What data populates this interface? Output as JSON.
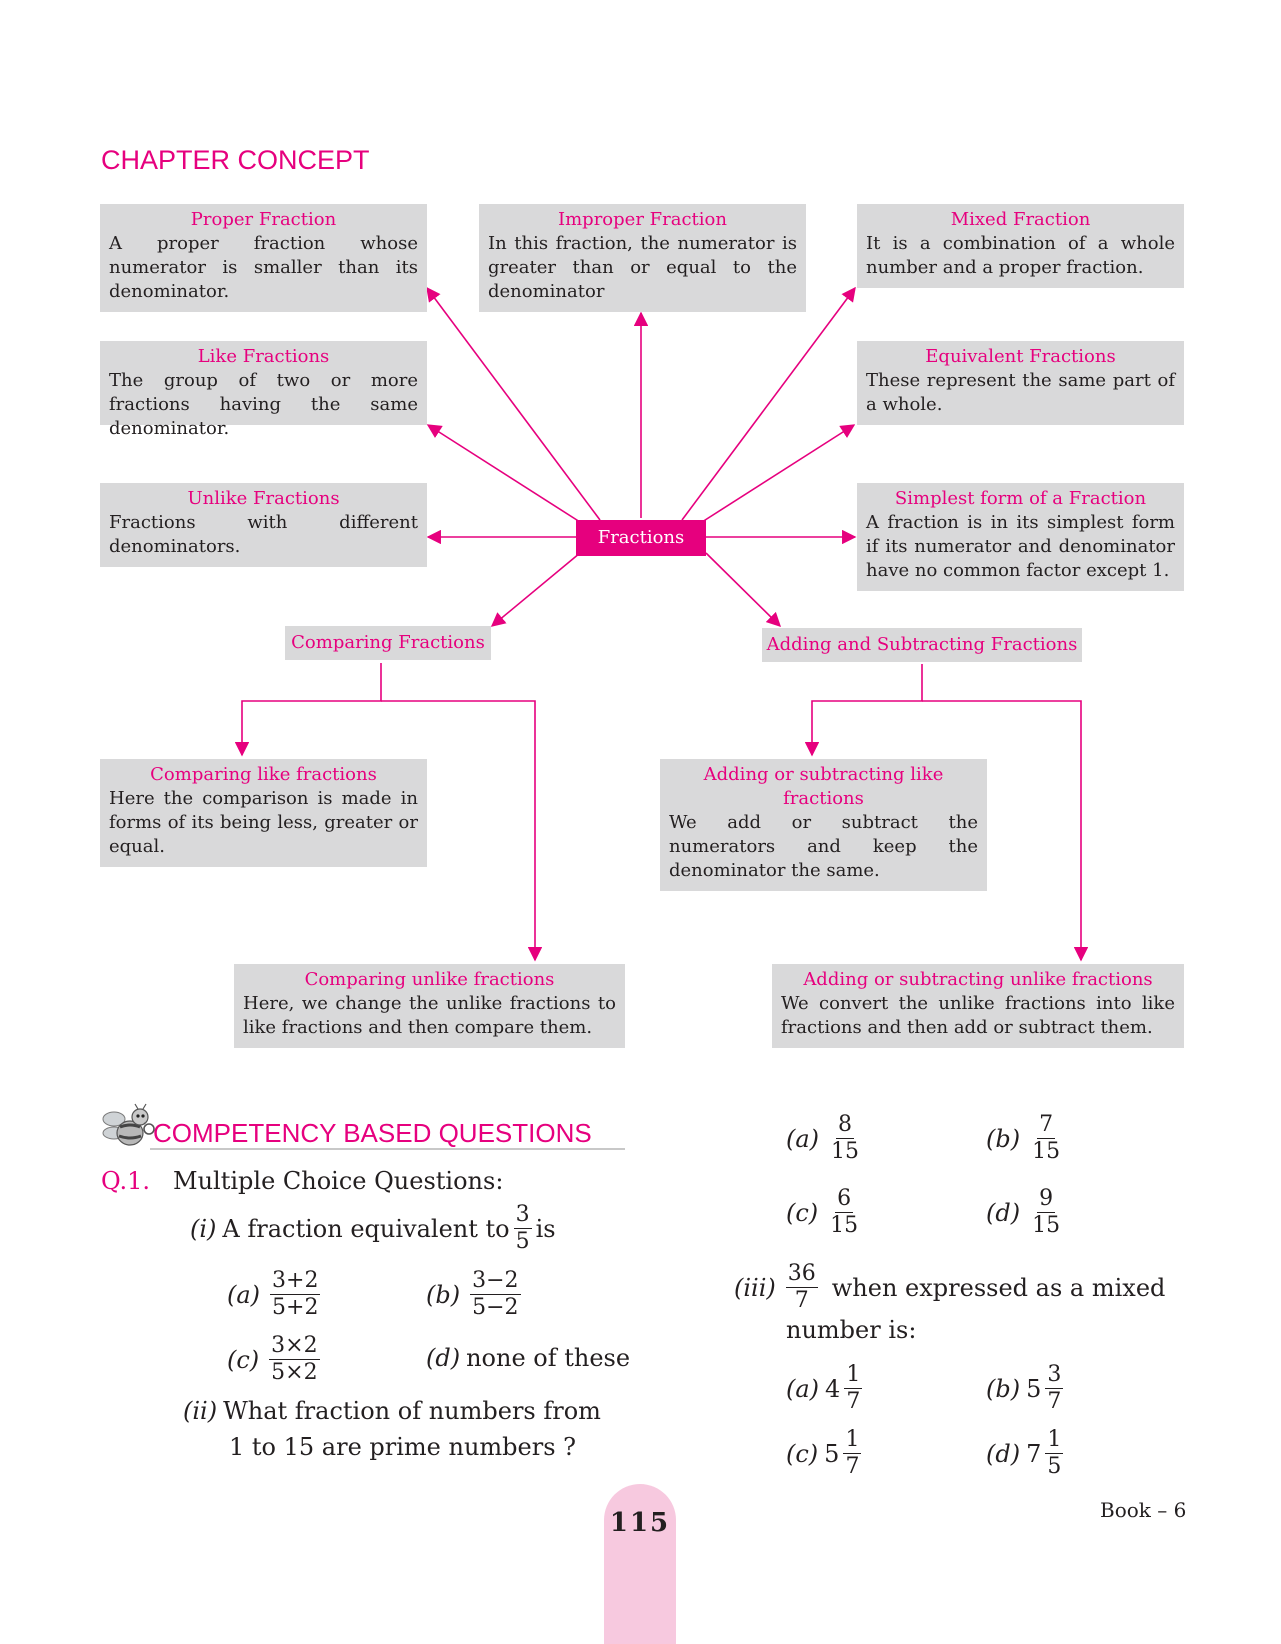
{
  "chapter_heading": "CHAPTER CONCEPT",
  "center": "Fractions",
  "boxes": {
    "proper": {
      "title": "Proper Fraction",
      "body": "A proper fraction whose numerator is smaller than its denominator."
    },
    "improper": {
      "title": "Improper Fraction",
      "body": "In this fraction, the numerator is greater than or equal to the denominator"
    },
    "mixed": {
      "title": "Mixed Fraction",
      "body": "It is a combination of a whole number and a proper fraction."
    },
    "like": {
      "title": "Like Fractions",
      "body": "The group of two or more fractions having the same denominator."
    },
    "equivalent": {
      "title": "Equivalent Fractions",
      "body": "These represent the same part of a whole."
    },
    "unlike": {
      "title": "Unlike Fractions",
      "body": "Fractions with different denominators."
    },
    "simplest": {
      "title": "Simplest form of a Fraction",
      "body": "A fraction is in its simplest form if its numerator and denominator have no common factor except 1."
    },
    "comparing": {
      "title": "Comparing Fractions"
    },
    "adding": {
      "title": "Adding and Subtracting Fractions"
    },
    "comparing_like": {
      "title": "Comparing like fractions",
      "body": "Here the comparison is made in forms of its being less, greater or equal."
    },
    "adding_like": {
      "title": "Adding or subtracting like fractions",
      "body": "We add or subtract the numerators and keep the denominator the same."
    },
    "comparing_unlike": {
      "title": "Comparing unlike fractions",
      "body": "Here, we change the unlike fractions to like fractions and then compare them."
    },
    "adding_unlike": {
      "title": "Adding or subtracting unlike fractions",
      "body": "We convert the unlike fractions into like fractions and then add or subtract them."
    }
  },
  "competency_heading": "COMPETENCY BASED QUESTIONS",
  "q1": {
    "label": "Q.1.",
    "text": "Multiple Choice Questions:",
    "i": {
      "label": "(i)",
      "text": "A fraction equivalent to",
      "frac": {
        "n": "3",
        "d": "5"
      },
      "suffix": "is",
      "a": {
        "label": "(a)",
        "n": "3+2",
        "d": "5+2"
      },
      "b": {
        "label": "(b)",
        "n": "3−2",
        "d": "5−2"
      },
      "c": {
        "label": "(c)",
        "n": "3×2",
        "d": "5×2"
      },
      "d": {
        "label": "(d)",
        "text": "none of these"
      }
    },
    "ii": {
      "label": "(ii)",
      "line1": "What fraction of numbers from",
      "line2": "1 to 15 are prime numbers ?",
      "a": {
        "label": "(a)",
        "n": "8",
        "d": "15"
      },
      "b": {
        "label": "(b)",
        "n": "7",
        "d": "15"
      },
      "c": {
        "label": "(c)",
        "n": "6",
        "d": "15"
      },
      "d": {
        "label": "(d)",
        "n": "9",
        "d": "15"
      }
    },
    "iii": {
      "label": "(iii)",
      "frac": {
        "n": "36",
        "d": "7"
      },
      "line1": "when expressed as a mixed",
      "line2": "number is:",
      "a": {
        "label": "(a)",
        "w": "4",
        "n": "1",
        "d": "7"
      },
      "b": {
        "label": "(b)",
        "w": "5",
        "n": "3",
        "d": "7"
      },
      "c": {
        "label": "(c)",
        "w": "5",
        "n": "1",
        "d": "7"
      },
      "d": {
        "label": "(d)",
        "w": "7",
        "n": "1",
        "d": "5"
      }
    }
  },
  "page_number": "115",
  "book": "Book – 6",
  "colors": {
    "accent": "#e6007e",
    "box": "#d9d9da",
    "page_tab": "#f7c9df"
  }
}
